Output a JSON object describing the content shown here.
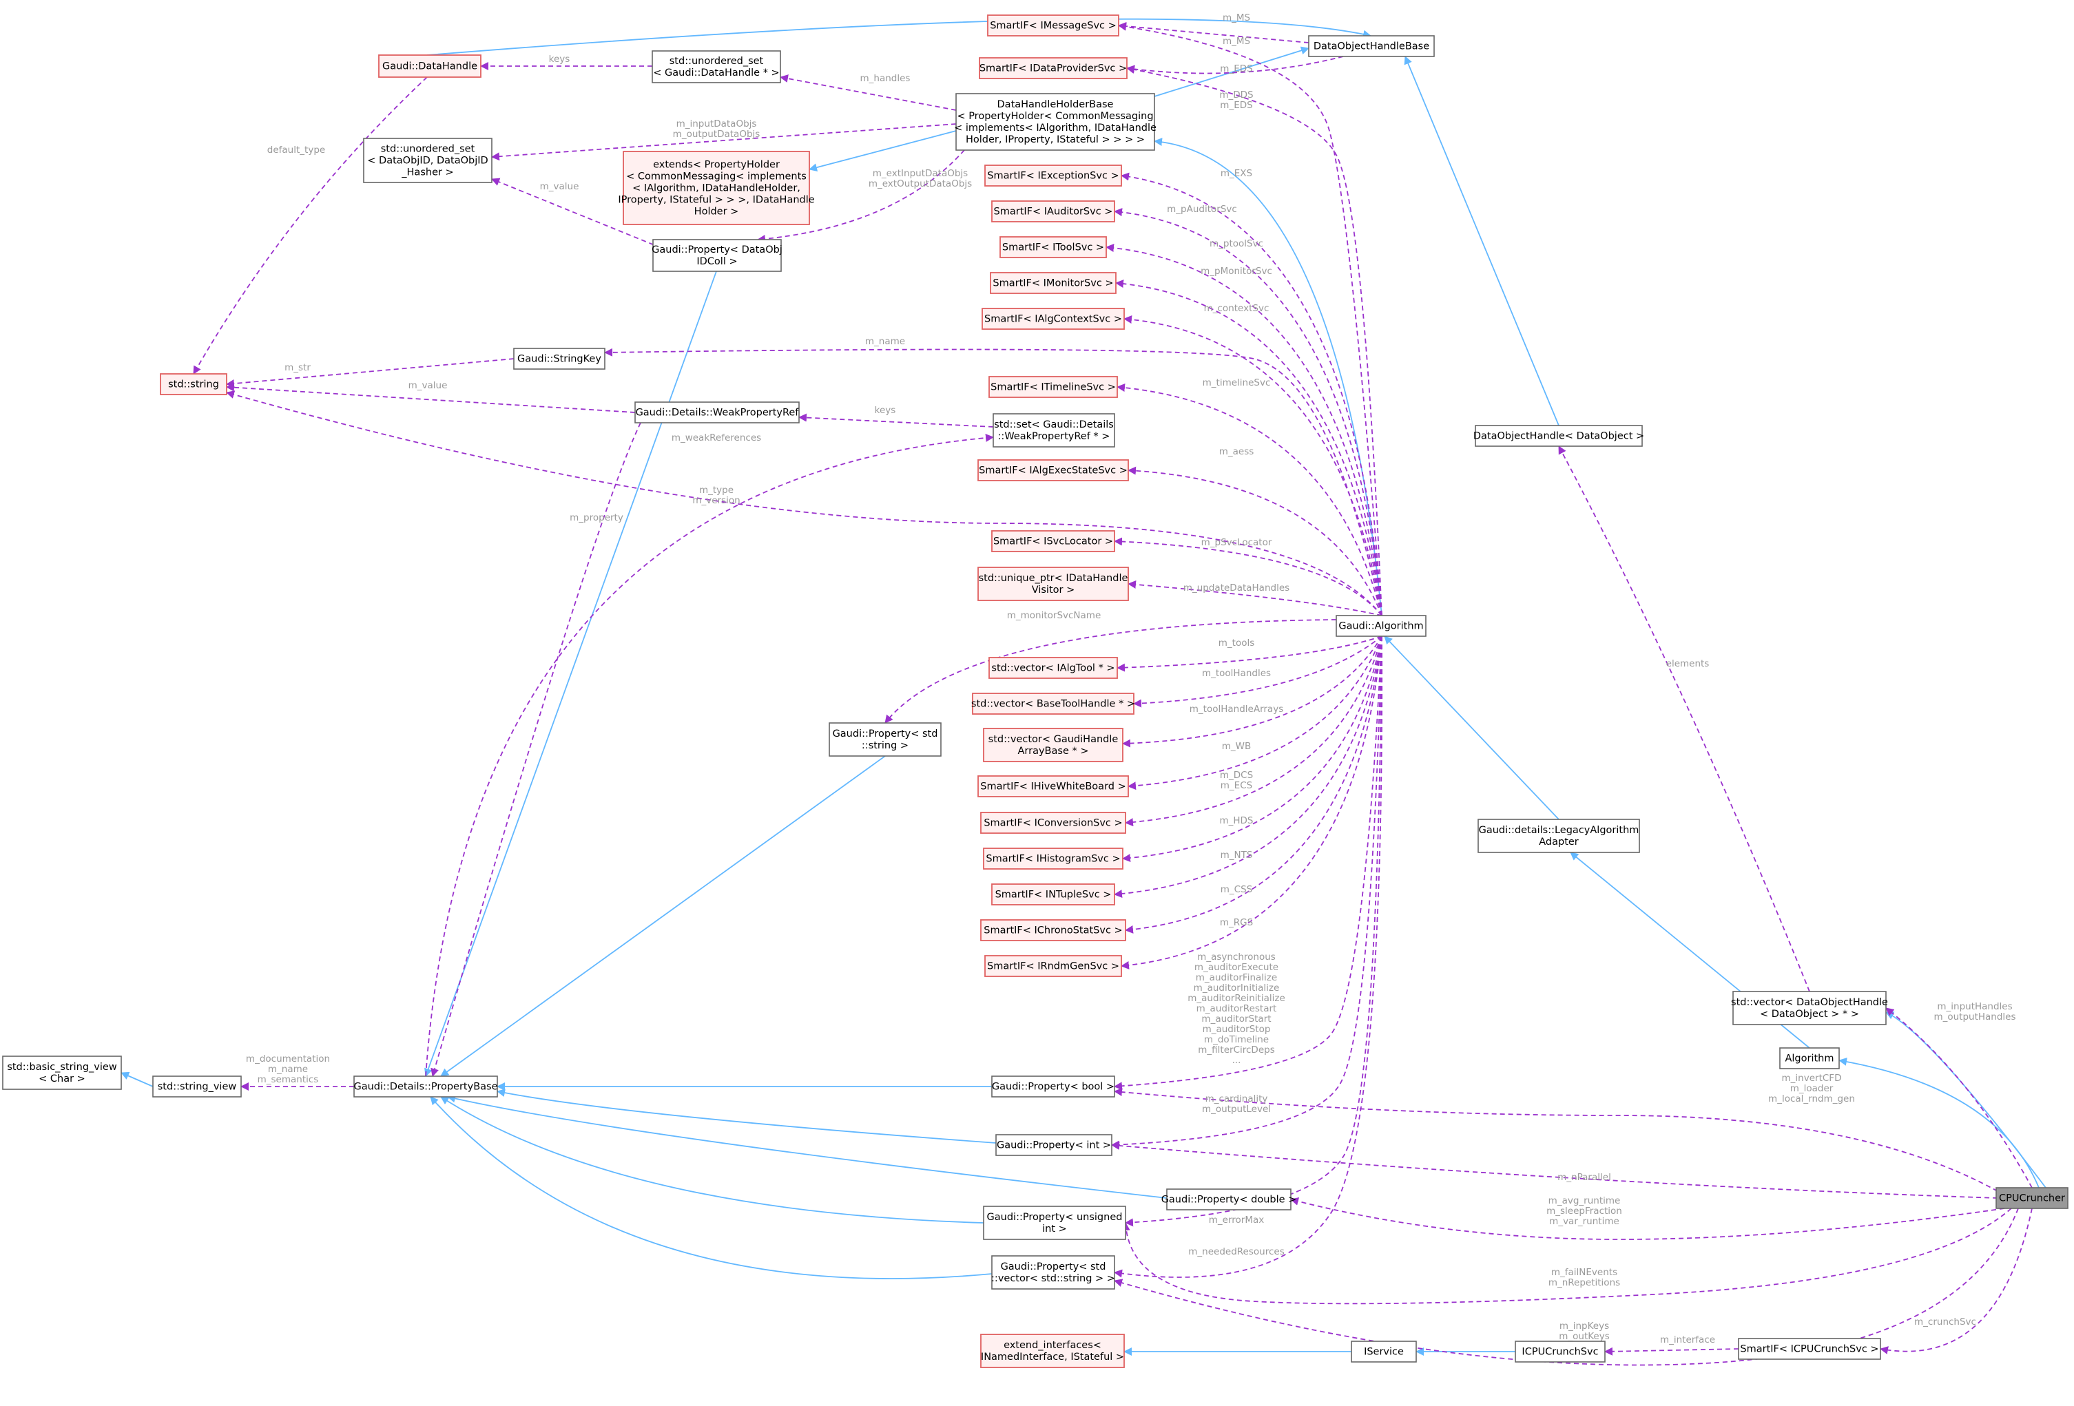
{
  "diagram": {
    "colors": {
      "inheritance": "#63b8ff",
      "usage": "#9a32cd",
      "label": "#9a9a9a",
      "missing_border": "#e06060",
      "highlight": "#999999"
    },
    "nodes": [
      {
        "id": "gaudi_datahandle",
        "lines": [
          "Gaudi::DataHandle"
        ],
        "style": "red"
      },
      {
        "id": "unordered_set_datahandle",
        "lines": [
          "std::unordered_set",
          "< Gaudi::DataHandle * >"
        ],
        "style": "normal"
      },
      {
        "id": "unordered_set_dataobjid",
        "lines": [
          "std::unordered_set",
          "< DataObjID, DataObjID",
          "_Hasher >"
        ],
        "style": "normal"
      },
      {
        "id": "std_string",
        "lines": [
          "std::string"
        ],
        "style": "red"
      },
      {
        "id": "gaudi_stringkey",
        "lines": [
          "Gaudi::StringKey"
        ],
        "style": "normal"
      },
      {
        "id": "weakpropertyref",
        "lines": [
          "Gaudi::Details::WeakPropertyRef"
        ],
        "style": "normal"
      },
      {
        "id": "set_weakpropertyref",
        "lines": [
          "std::set< Gaudi::Details",
          "::WeakPropertyRef * >"
        ],
        "style": "normal"
      },
      {
        "id": "property_dataobjidcoll",
        "lines": [
          "Gaudi::Property< DataObj",
          "IDColl >"
        ],
        "style": "normal"
      },
      {
        "id": "extends_propertyholder",
        "lines": [
          "extends< PropertyHolder",
          "< CommonMessaging< implements",
          "< IAlgorithm, IDataHandleHolder,",
          "IProperty, IStateful > > >, IDataHandle",
          "Holder >"
        ],
        "style": "red"
      },
      {
        "id": "datahandleholderbase",
        "lines": [
          "DataHandleHolderBase",
          "< PropertyHolder< CommonMessaging",
          "< implements< IAlgorithm, IDataHandle",
          "Holder, IProperty, IStateful > > > >"
        ],
        "style": "normal"
      },
      {
        "id": "sif_messagesvc",
        "lines": [
          "SmartIF< IMessageSvc >"
        ],
        "style": "red"
      },
      {
        "id": "sif_dataprovidersvc",
        "lines": [
          "SmartIF< IDataProviderSvc >"
        ],
        "style": "red"
      },
      {
        "id": "dataobjecthandlebase",
        "lines": [
          "DataObjectHandleBase"
        ],
        "style": "normal"
      },
      {
        "id": "sif_exceptionsvc",
        "lines": [
          "SmartIF< IExceptionSvc >"
        ],
        "style": "red"
      },
      {
        "id": "sif_auditorsvc",
        "lines": [
          "SmartIF< IAuditorSvc >"
        ],
        "style": "red"
      },
      {
        "id": "sif_toolsvc",
        "lines": [
          "SmartIF< IToolSvc >"
        ],
        "style": "red"
      },
      {
        "id": "sif_monitorsvc",
        "lines": [
          "SmartIF< IMonitorSvc >"
        ],
        "style": "red"
      },
      {
        "id": "sif_algcontextsvc",
        "lines": [
          "SmartIF< IAlgContextSvc >"
        ],
        "style": "red"
      },
      {
        "id": "sif_timelinesvc",
        "lines": [
          "SmartIF< ITimelineSvc >"
        ],
        "style": "red"
      },
      {
        "id": "sif_algexecstatesvc",
        "lines": [
          "SmartIF< IAlgExecStateSvc >"
        ],
        "style": "red"
      },
      {
        "id": "sif_svclocator",
        "lines": [
          "SmartIF< ISvcLocator >"
        ],
        "style": "red"
      },
      {
        "id": "unique_ptr_visitor",
        "lines": [
          "std::unique_ptr< IDataHandle",
          "Visitor >"
        ],
        "style": "red"
      },
      {
        "id": "vector_algtool",
        "lines": [
          "std::vector< IAlgTool * >"
        ],
        "style": "red"
      },
      {
        "id": "vector_basetoolhandle",
        "lines": [
          "std::vector< BaseToolHandle * >"
        ],
        "style": "red"
      },
      {
        "id": "vector_gaudihandlearraybase",
        "lines": [
          "std::vector< GaudiHandle",
          "ArrayBase * >"
        ],
        "style": "red"
      },
      {
        "id": "sif_hivewhiteboard",
        "lines": [
          "SmartIF< IHiveWhiteBoard >"
        ],
        "style": "red"
      },
      {
        "id": "sif_conversionsvc",
        "lines": [
          "SmartIF< IConversionSvc >"
        ],
        "style": "red"
      },
      {
        "id": "sif_histogramsvc",
        "lines": [
          "SmartIF< IHistogramSvc >"
        ],
        "style": "red"
      },
      {
        "id": "sif_ntuplesvc",
        "lines": [
          "SmartIF< INTupleSvc >"
        ],
        "style": "red"
      },
      {
        "id": "sif_chronostatsvc",
        "lines": [
          "SmartIF< IChronoStatSvc >"
        ],
        "style": "red"
      },
      {
        "id": "sif_rndmgensvc",
        "lines": [
          "SmartIF< IRndmGenSvc >"
        ],
        "style": "red"
      },
      {
        "id": "gaudi_algorithm",
        "lines": [
          "Gaudi::Algorithm"
        ],
        "style": "normal"
      },
      {
        "id": "property_string",
        "lines": [
          "Gaudi::Property< std",
          "::string >"
        ],
        "style": "normal"
      },
      {
        "id": "dataobjecthandle_dataobject",
        "lines": [
          "DataObjectHandle< DataObject >"
        ],
        "style": "normal"
      },
      {
        "id": "legacyalgorithmadapter",
        "lines": [
          "Gaudi::details::LegacyAlgorithm",
          "Adapter"
        ],
        "style": "normal"
      },
      {
        "id": "vector_dataobjecthandle",
        "lines": [
          "std::vector< DataObjectHandle",
          "< DataObject > * >"
        ],
        "style": "normal"
      },
      {
        "id": "algorithm",
        "lines": [
          "Algorithm"
        ],
        "style": "normal"
      },
      {
        "id": "basic_string_view",
        "lines": [
          "std::basic_string_view",
          "< Char >"
        ],
        "style": "normal"
      },
      {
        "id": "string_view",
        "lines": [
          "std::string_view"
        ],
        "style": "normal"
      },
      {
        "id": "propertybase",
        "lines": [
          "Gaudi::Details::PropertyBase"
        ],
        "style": "normal"
      },
      {
        "id": "property_bool",
        "lines": [
          "Gaudi::Property< bool >"
        ],
        "style": "normal"
      },
      {
        "id": "property_int",
        "lines": [
          "Gaudi::Property< int >"
        ],
        "style": "normal"
      },
      {
        "id": "property_double",
        "lines": [
          "Gaudi::Property< double >"
        ],
        "style": "normal"
      },
      {
        "id": "property_unsigned",
        "lines": [
          "Gaudi::Property< unsigned",
          "int >"
        ],
        "style": "normal"
      },
      {
        "id": "property_vector_string",
        "lines": [
          "Gaudi::Property< std",
          "::vector< std::string > >"
        ],
        "style": "normal"
      },
      {
        "id": "cpucruncher",
        "lines": [
          "CPUCruncher"
        ],
        "style": "highlight"
      },
      {
        "id": "extend_interfaces",
        "lines": [
          "extend_interfaces<",
          "INamedInterface, IStateful >"
        ],
        "style": "red"
      },
      {
        "id": "iservice",
        "lines": [
          "IService"
        ],
        "style": "normal"
      },
      {
        "id": "icpucrunchsvc",
        "lines": [
          "ICPUCrunchSvc"
        ],
        "style": "normal"
      },
      {
        "id": "sif_icpucrunchsvc",
        "lines": [
          "SmartIF< ICPUCrunchSvc >"
        ],
        "style": "normal"
      }
    ],
    "edge_labels": [
      {
        "id": "lbl_keys1",
        "lines": [
          "keys"
        ]
      },
      {
        "id": "lbl_default_type",
        "lines": [
          "default_type"
        ]
      },
      {
        "id": "lbl_m_handles",
        "lines": [
          "m_handles"
        ]
      },
      {
        "id": "lbl_inputdataobjs",
        "lines": [
          "m_inputDataObjs",
          "m_outputDataObjs"
        ]
      },
      {
        "id": "lbl_m_value1",
        "lines": [
          "m_value"
        ]
      },
      {
        "id": "lbl_extinput",
        "lines": [
          "m_extInputDataObjs",
          "m_extOutputDataObjs"
        ]
      },
      {
        "id": "lbl_m_ms1",
        "lines": [
          "m_MS"
        ]
      },
      {
        "id": "lbl_m_ms2",
        "lines": [
          "m_MS"
        ]
      },
      {
        "id": "lbl_m_eds1",
        "lines": [
          "m_EDS"
        ]
      },
      {
        "id": "lbl_dds_eds",
        "lines": [
          "m_DDS",
          "m_EDS"
        ]
      },
      {
        "id": "lbl_m_exs",
        "lines": [
          "m_EXS"
        ]
      },
      {
        "id": "lbl_pauditorsvc",
        "lines": [
          "m_pAuditorSvc"
        ]
      },
      {
        "id": "lbl_ptoolsvc",
        "lines": [
          "m_ptoolSvc"
        ]
      },
      {
        "id": "lbl_pmonitorsvc",
        "lines": [
          "m_pMonitorSvc"
        ]
      },
      {
        "id": "lbl_contextsvc",
        "lines": [
          "m_contextSvc"
        ]
      },
      {
        "id": "lbl_m_name",
        "lines": [
          "m_name"
        ]
      },
      {
        "id": "lbl_m_str",
        "lines": [
          "m_str"
        ]
      },
      {
        "id": "lbl_m_value2",
        "lines": [
          "m_value"
        ]
      },
      {
        "id": "lbl_timelinesvc",
        "lines": [
          "m_timelineSvc"
        ]
      },
      {
        "id": "lbl_keys2",
        "lines": [
          "keys"
        ]
      },
      {
        "id": "lbl_weakreferences",
        "lines": [
          "m_weakReferences"
        ]
      },
      {
        "id": "lbl_aess",
        "lines": [
          "m_aess"
        ]
      },
      {
        "id": "lbl_type_version",
        "lines": [
          "m_type",
          "m_version"
        ]
      },
      {
        "id": "lbl_m_property",
        "lines": [
          "m_property"
        ]
      },
      {
        "id": "lbl_psvclocator",
        "lines": [
          "m_pSvcLocator"
        ]
      },
      {
        "id": "lbl_updatedatahandles",
        "lines": [
          "m_updateDataHandles"
        ]
      },
      {
        "id": "lbl_monitorsvcname",
        "lines": [
          "m_monitorSvcName"
        ]
      },
      {
        "id": "lbl_tools",
        "lines": [
          "m_tools"
        ]
      },
      {
        "id": "lbl_toolhandles",
        "lines": [
          "m_toolHandles"
        ]
      },
      {
        "id": "lbl_toolhandlearrays",
        "lines": [
          "m_toolHandleArrays"
        ]
      },
      {
        "id": "lbl_wb",
        "lines": [
          "m_WB"
        ]
      },
      {
        "id": "lbl_dcs_ecs",
        "lines": [
          "m_DCS",
          "m_ECS"
        ]
      },
      {
        "id": "lbl_hds",
        "lines": [
          "m_HDS"
        ]
      },
      {
        "id": "lbl_nts",
        "lines": [
          "m_NTS"
        ]
      },
      {
        "id": "lbl_css",
        "lines": [
          "m_CSS"
        ]
      },
      {
        "id": "lbl_rgs",
        "lines": [
          "m_RGS"
        ]
      },
      {
        "id": "lbl_elements",
        "lines": [
          "elements"
        ]
      },
      {
        "id": "lbl_bool_props",
        "lines": [
          "m_asynchronous",
          "m_auditorExecute",
          "m_auditorFinalize",
          "m_auditorInitialize",
          "m_auditorReinitialize",
          "m_auditorRestart",
          "m_auditorStart",
          "m_auditorStop",
          "m_doTimeline",
          "m_filterCircDeps",
          "..."
        ]
      },
      {
        "id": "lbl_doc_name_sem",
        "lines": [
          "m_documentation",
          "m_name",
          "m_semantics"
        ]
      },
      {
        "id": "lbl_inputhandles",
        "lines": [
          "m_inputHandles",
          "m_outputHandles"
        ]
      },
      {
        "id": "lbl_invertcfd",
        "lines": [
          "m_invertCFD",
          "m_loader",
          "m_local_rndm_gen"
        ]
      },
      {
        "id": "lbl_cardinality",
        "lines": [
          "m_cardinality",
          "m_outputLevel"
        ]
      },
      {
        "id": "lbl_nparallel",
        "lines": [
          "m_nParallel"
        ]
      },
      {
        "id": "lbl_avg_runtime",
        "lines": [
          "m_avg_runtime",
          "m_sleepFraction",
          "m_var_runtime"
        ]
      },
      {
        "id": "lbl_errormax",
        "lines": [
          "m_errorMax"
        ]
      },
      {
        "id": "lbl_neededresources",
        "lines": [
          "m_neededResources"
        ]
      },
      {
        "id": "lbl_failnevents",
        "lines": [
          "m_failNEvents",
          "m_nRepetitions"
        ]
      },
      {
        "id": "lbl_inpkeys",
        "lines": [
          "m_inpKeys",
          "m_outKeys"
        ]
      },
      {
        "id": "lbl_crunchsvc",
        "lines": [
          "m_crunchSvc"
        ]
      },
      {
        "id": "lbl_interface",
        "lines": [
          "m_interface"
        ]
      }
    ]
  }
}
